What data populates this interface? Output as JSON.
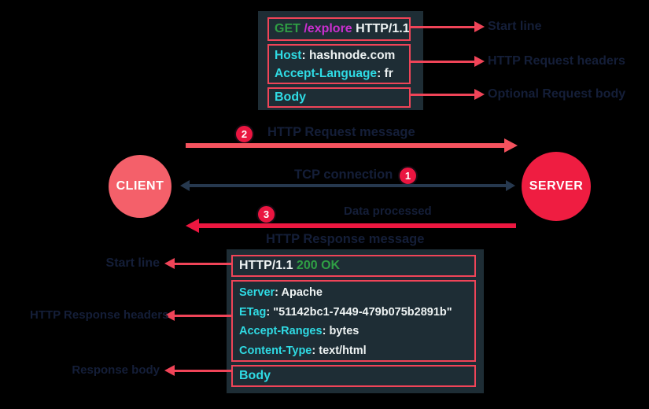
{
  "ui": {
    "colon": ":"
  },
  "request_box": {
    "start_line": {
      "method": "GET",
      "path": "/explore",
      "version": "HTTP/1.1"
    },
    "headers": [
      {
        "key": "Host",
        "value": "hashnode.com"
      },
      {
        "key": "Accept-Language",
        "value": "fr"
      }
    ],
    "body_label": "Body",
    "annotations": [
      "Start line",
      "HTTP Request headers",
      "Optional Request body"
    ]
  },
  "response_box": {
    "start_line": {
      "version": "HTTP/1.1",
      "status": "200 OK"
    },
    "headers": [
      {
        "key": "Server",
        "value": "Apache"
      },
      {
        "key": "ETag",
        "value": "\"51142bc1-7449-479b075b2891b\""
      },
      {
        "key": "Accept-Ranges",
        "value": "bytes"
      },
      {
        "key": "Content-Type",
        "value": "text/html"
      }
    ],
    "body_label": "Body",
    "annotations": [
      "Start line",
      "HTTP Response headers",
      "Response body"
    ]
  },
  "nodes": {
    "client": "CLIENT",
    "server": "SERVER"
  },
  "flows": {
    "tcp": {
      "step": "1",
      "label": "TCP connection"
    },
    "request": {
      "step": "2",
      "label": "HTTP Request message"
    },
    "response": {
      "step": "3",
      "label": "HTTP Response message",
      "caption": "Data processed"
    }
  },
  "colors": {
    "background": "#000000",
    "box_bg": "#1e2d35",
    "accent_red": "#f04458",
    "arrow_request": "#f4525e",
    "arrow_response": "#ec1740",
    "arrow_tcp": "#26384e",
    "client_node": "#f4606a",
    "server_node": "#ef1d41",
    "method_green": "#2f9e44",
    "path_magenta": "#cb2fd0",
    "header_cyan": "#2fdbe4",
    "text_white": "#eef3f3",
    "faint_label": "#141e38"
  }
}
